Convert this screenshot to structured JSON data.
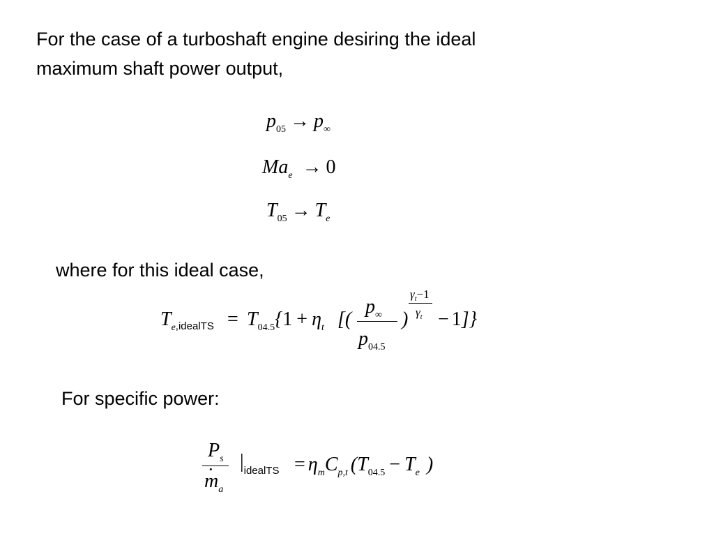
{
  "intro": {
    "line1": "For the case of a turboshaft engine desiring the ideal",
    "line2": "maximum shaft power output,"
  },
  "conditions": {
    "c1": {
      "lhs_var": "p",
      "lhs_sub": "05",
      "arrow": "→",
      "rhs_var": "p",
      "rhs_sub": "∞"
    },
    "c2": {
      "lhs_var": "Ma",
      "lhs_sub": "e",
      "arrow": "→",
      "rhs": "0"
    },
    "c3": {
      "lhs_var": "T",
      "lhs_sub": "05",
      "arrow": "→",
      "rhs_var": "T",
      "rhs_sub": "e"
    }
  },
  "where_text": "where for this ideal case,",
  "eq1": {
    "lhs_var": "T",
    "lhs_sub_i": "e",
    "lhs_sub_s": ",idealTS",
    "eq": "=",
    "t_var": "T",
    "t_sub": "04.5",
    "open_brace": "{",
    "one": "1",
    "plus": "+",
    "eta": "η",
    "eta_sub": "t",
    "open_br": "[",
    "open_par": "(",
    "num_var": "p",
    "num_sub": "∞",
    "den_var": "p",
    "den_sub": "04.5",
    "close_par": ")",
    "exp_num": "γ",
    "exp_num_sub": "t",
    "exp_num_minus": "−1",
    "exp_den": "γ",
    "exp_den_sub": "t",
    "minus": "−",
    "one2": "1",
    "close": "]}"
  },
  "specific_text": "For specific power:",
  "eq2": {
    "num_var": "P",
    "num_sub": "s",
    "den_var": "m",
    "den_dot": "·",
    "den_sub": "a",
    "bar": "|",
    "bar_sub": "idealTS",
    "eq": "=",
    "eta": "η",
    "eta_sub": "m",
    "c_var": "C",
    "c_sub": "p,t",
    "open_par": "(",
    "t1_var": "T",
    "t1_sub": "04.5",
    "minus": "−",
    "t2_var": "T",
    "t2_sub": "e",
    "close_par": ")"
  }
}
